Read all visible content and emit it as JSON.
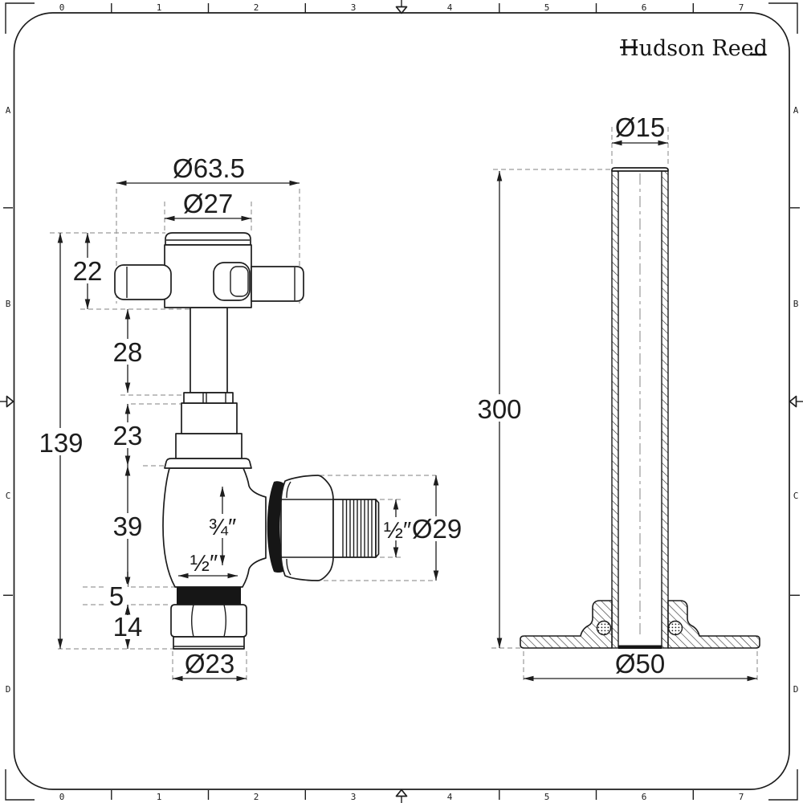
{
  "frame": {
    "columns": [
      "0",
      "1",
      "2",
      "3",
      "4",
      "5",
      "6",
      "7"
    ],
    "rows": [
      "A",
      "B",
      "C",
      "D"
    ]
  },
  "logo": {
    "text": "Hudson Reed"
  },
  "valve_view": {
    "overall_width": "Ø63.5",
    "cap_diameter": "Ø27",
    "handle_height": "22",
    "stem_height": "28",
    "bonnet_height": "23",
    "body_height": "39",
    "seal_height": "5",
    "nut_height": "14",
    "tail_diameter": "Ø23",
    "overall_height": "139",
    "body_bore": "¾″",
    "bottom_thread": "½″",
    "side_thread": "½″",
    "union_diameter": "Ø29"
  },
  "pipe_view": {
    "pipe_diameter": "Ø15",
    "pipe_length": "300",
    "flange_diameter": "Ø50"
  },
  "colors": {
    "line": "#1d1d1d",
    "extension_dash": "#9a9a9a",
    "fill_dark": "#161616"
  }
}
